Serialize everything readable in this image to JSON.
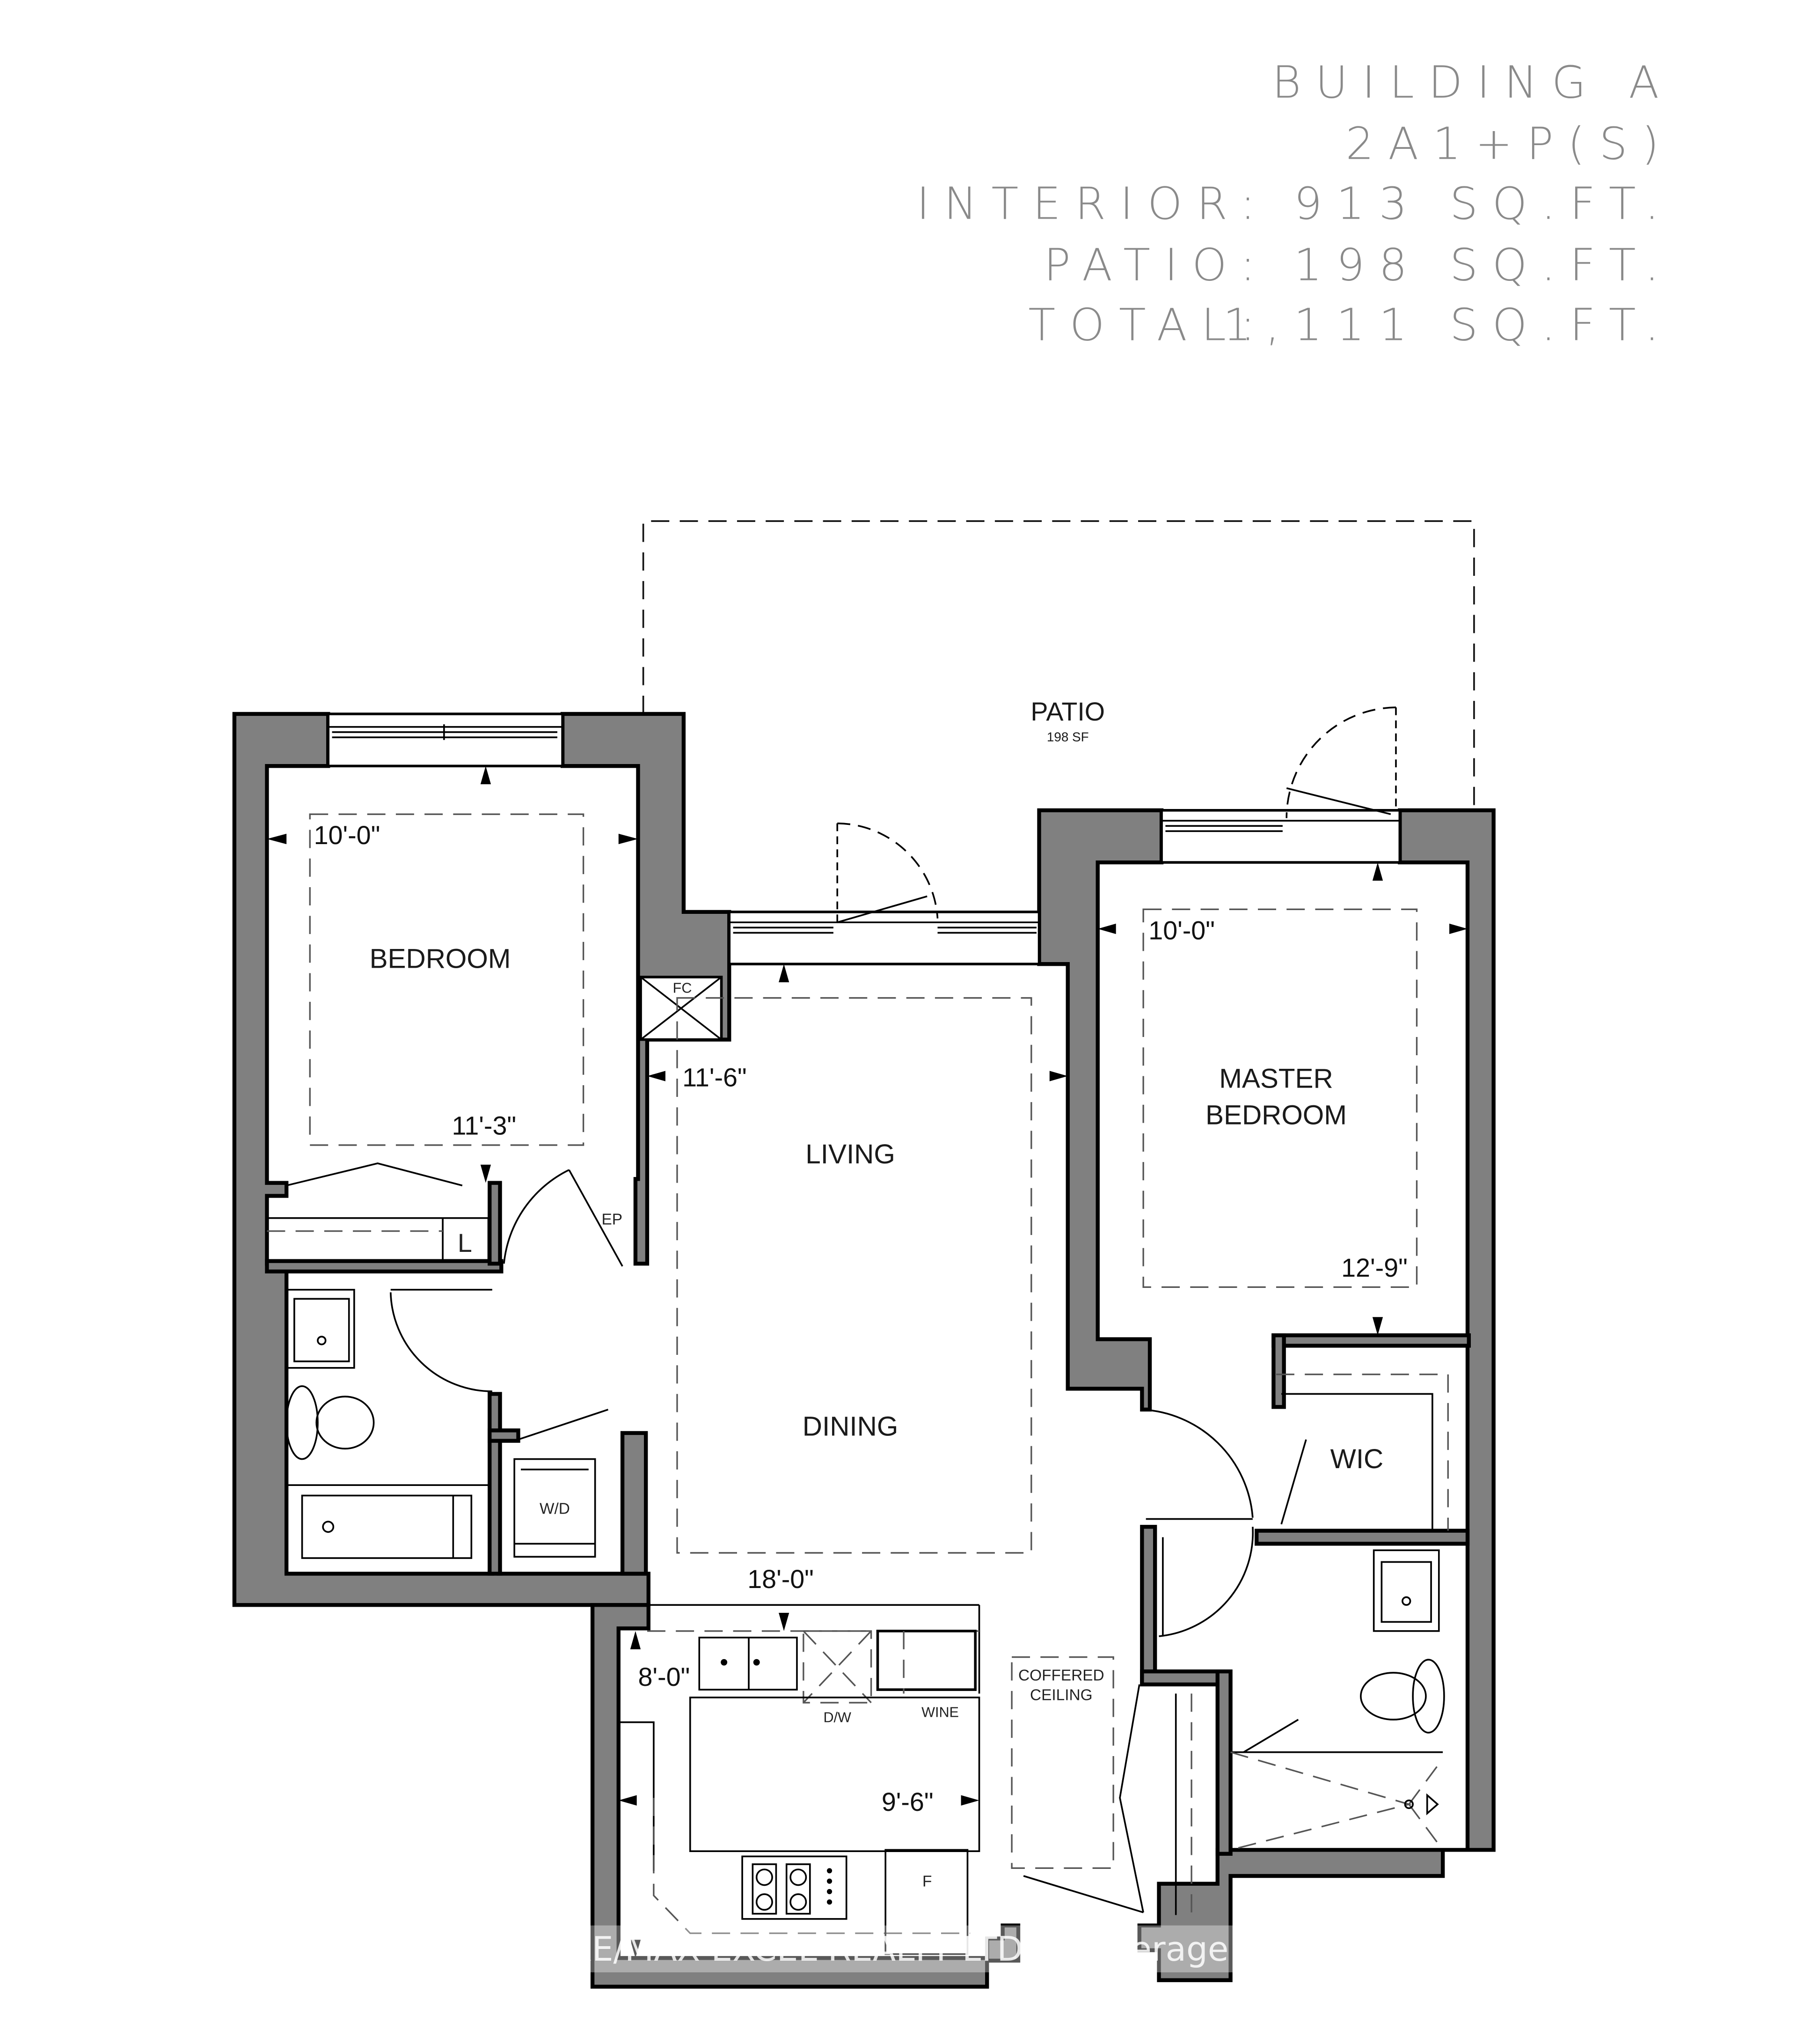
{
  "header": {
    "building": "BUILDING A",
    "unit_type": "2A1+P(S)",
    "interior_label": "INTERIOR:",
    "interior_value": "913 SQ.FT.",
    "patio_label": "PATIO:",
    "patio_value": "198 SQ.FT.",
    "total_label": "TOTAL:",
    "total_value": "1,111 SQ.FT."
  },
  "rooms": {
    "patio": {
      "label": "PATIO",
      "area": "198 SF"
    },
    "bedroom": {
      "label": "BEDROOM",
      "width": "10'-0\"",
      "length": "11'-3\""
    },
    "master_bedroom": {
      "line1": "MASTER",
      "line2": "BEDROOM",
      "width": "10'-0\"",
      "length": "12'-9\""
    },
    "living": {
      "label": "LIVING",
      "width": "11'-6\""
    },
    "dining": {
      "label": "DINING",
      "length": "18'-0\""
    },
    "kitchen": {
      "depth": "8'-0\"",
      "width": "9'-6\""
    },
    "wic": {
      "label": "WIC"
    },
    "coffered": {
      "line1": "COFFERED",
      "line2": "CEILING"
    }
  },
  "fixtures": {
    "fan_coil": "FC",
    "electrical_panel": "EP",
    "linen": "L",
    "washer_dryer": "W/D",
    "dishwasher": "D/W",
    "wine": "WINE",
    "fridge": "F"
  },
  "watermark": "RE/MAX EXCEL REALTY LTD., Brokerage",
  "colors": {
    "wall_fill": "#808080",
    "header_text": "#8a8a8a",
    "background": "#ffffff"
  }
}
